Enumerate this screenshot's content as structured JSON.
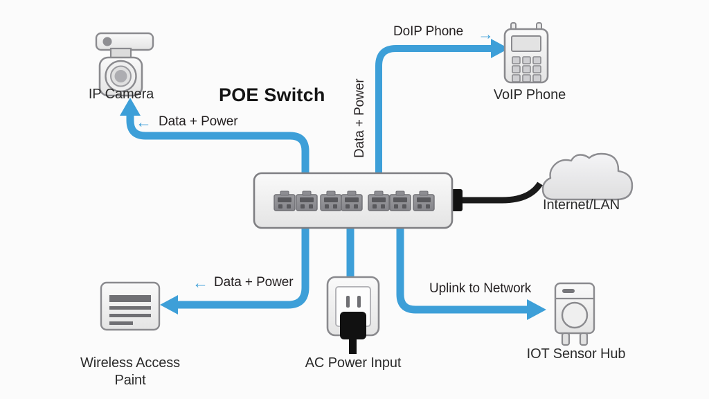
{
  "diagram": {
    "title": "POE Switch",
    "background_color": "#fbfbfb",
    "accent_color": "#3d9fd8",
    "device_color": "#e8e8e8",
    "cable_color": "#1a1a1a"
  },
  "nodes": {
    "ip_camera": {
      "label": "IP Camera",
      "icon": "ip-camera-icon"
    },
    "voip_phone": {
      "label": "VoIP Phone",
      "icon": "voip-phone-icon"
    },
    "internet": {
      "label": "Internet/LAN",
      "icon": "cloud-icon"
    },
    "wireless_ap": {
      "label_line1": "Wireless Access",
      "label_line2": "Paint",
      "icon": "wireless-access-point-icon"
    },
    "ac_power": {
      "label": "AC Power Input",
      "icon": "ac-outlet-icon"
    },
    "iot_hub": {
      "label": "IOT Sensor Hub",
      "icon": "iot-sensor-hub-icon"
    },
    "poe_switch": {
      "label": "POE Switch",
      "icon": "poe-switch-icon",
      "port_count": 7
    }
  },
  "flows": {
    "camera_link": {
      "label": "Data + Power",
      "arrow": "←"
    },
    "voip_link": {
      "label": "DoIP Phone",
      "arrow": "→"
    },
    "switch_vertical": {
      "label": "Data + Power"
    },
    "wap_link": {
      "label": "Data + Power",
      "arrow": "←"
    },
    "uplink": {
      "label": "Uplink to Network"
    }
  }
}
